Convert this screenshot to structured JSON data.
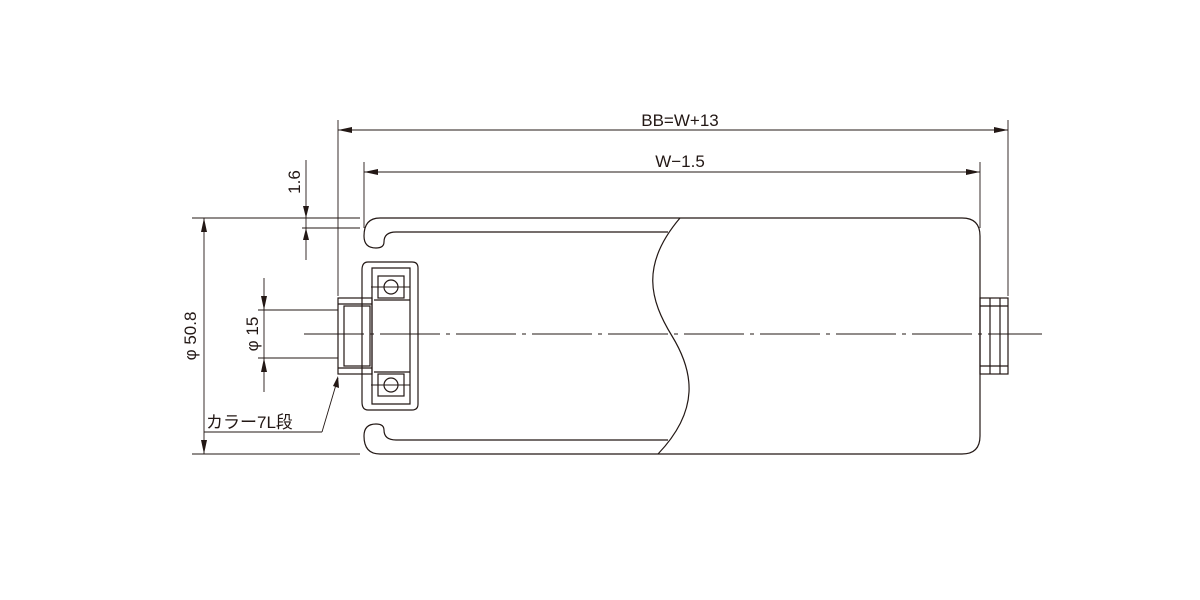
{
  "dimensions": {
    "overall_length": "BB=W+13",
    "tube_length": "W−1.5",
    "tube_thickness": "1.6",
    "roller_diameter": "φ 50.8",
    "shaft_diameter": "φ 15",
    "collar_label": "カラー7L段"
  }
}
